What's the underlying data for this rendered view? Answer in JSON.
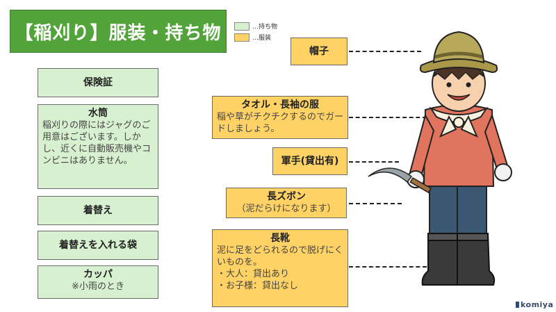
{
  "title": "【稲刈り】服装・持ち物",
  "legend": [
    {
      "label": "…持ち物",
      "color": "#d7f0cf"
    },
    {
      "label": "…服装",
      "color": "#ffd266"
    }
  ],
  "items": {
    "insurance": {
      "label": "保険証"
    },
    "water": {
      "label": "水筒",
      "note": "稲刈りの際にはジャグのご用意はございます。しかし、近くに自動販売機やコンビニはありません。"
    },
    "change": {
      "label": "着替え"
    },
    "bag": {
      "label": "着替えを入れる袋"
    },
    "raincoat": {
      "label": "カッパ",
      "note": "※小雨のとき"
    }
  },
  "clothing": {
    "hat": {
      "label": "帽子"
    },
    "shirt": {
      "label": "タオル・長袖の服",
      "note": "稲や草がチクチクするのでガードしましょう。"
    },
    "gloves": {
      "label": "軍手(貸出有)"
    },
    "pants": {
      "label": "長ズボン",
      "note": "（泥だらけになります）"
    },
    "boots": {
      "label": "長靴",
      "note1": "泥に足をどられるので脱げにくいものを。",
      "note2": "・大人：貸出あり",
      "note3": "・お子様：貸出なし"
    }
  },
  "brand": "komiya"
}
